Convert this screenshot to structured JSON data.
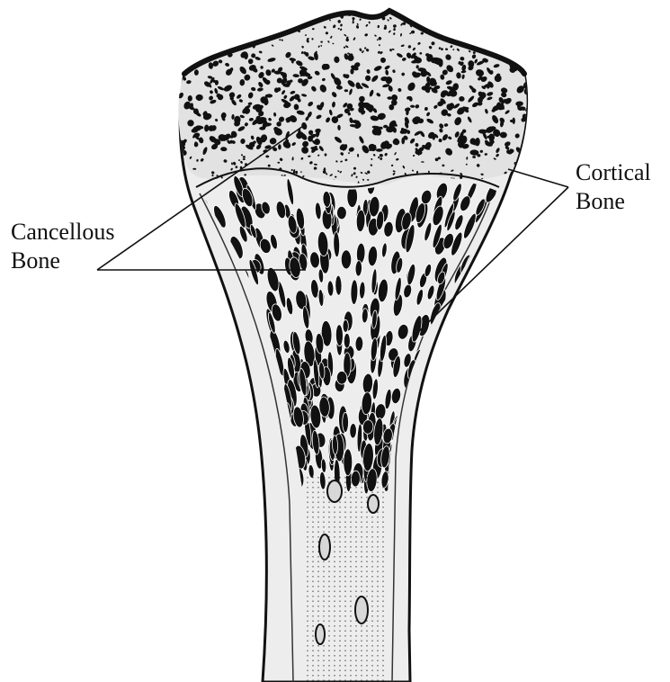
{
  "figure": {
    "labels": {
      "cancellous_line1": "Cancellous",
      "cancellous_line2": "Bone",
      "cortical_line1": "Cortical",
      "cortical_line2": "Bone"
    },
    "colors": {
      "ink": "#111111",
      "bone_fill": "#ededed",
      "epiphysis_fill": "#e2e2e2",
      "background": "#ffffff"
    }
  }
}
